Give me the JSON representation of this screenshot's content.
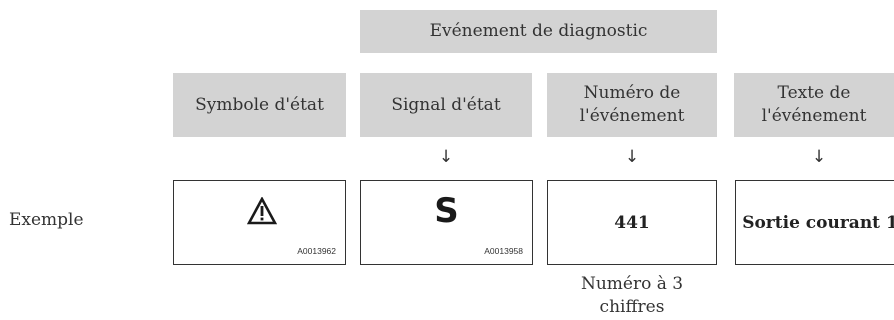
{
  "group_header": "Evénement de diagnostic",
  "columns": [
    {
      "label": "Symbole d'état"
    },
    {
      "label": "Signal d'état"
    },
    {
      "label": "Numéro de\nl'événement"
    },
    {
      "label": "Texte de\nl'événement"
    }
  ],
  "arrow_glyph": "↓",
  "row_label": "Exemple",
  "examples": {
    "symbol": {
      "icon": "warning-triangle-icon",
      "code": "A0013962"
    },
    "signal": {
      "value": "S",
      "code": "A0013958"
    },
    "number": {
      "value": "441"
    },
    "text": {
      "value": "Sortie courant 1"
    }
  },
  "footnote": "Numéro à 3\nchiffres"
}
